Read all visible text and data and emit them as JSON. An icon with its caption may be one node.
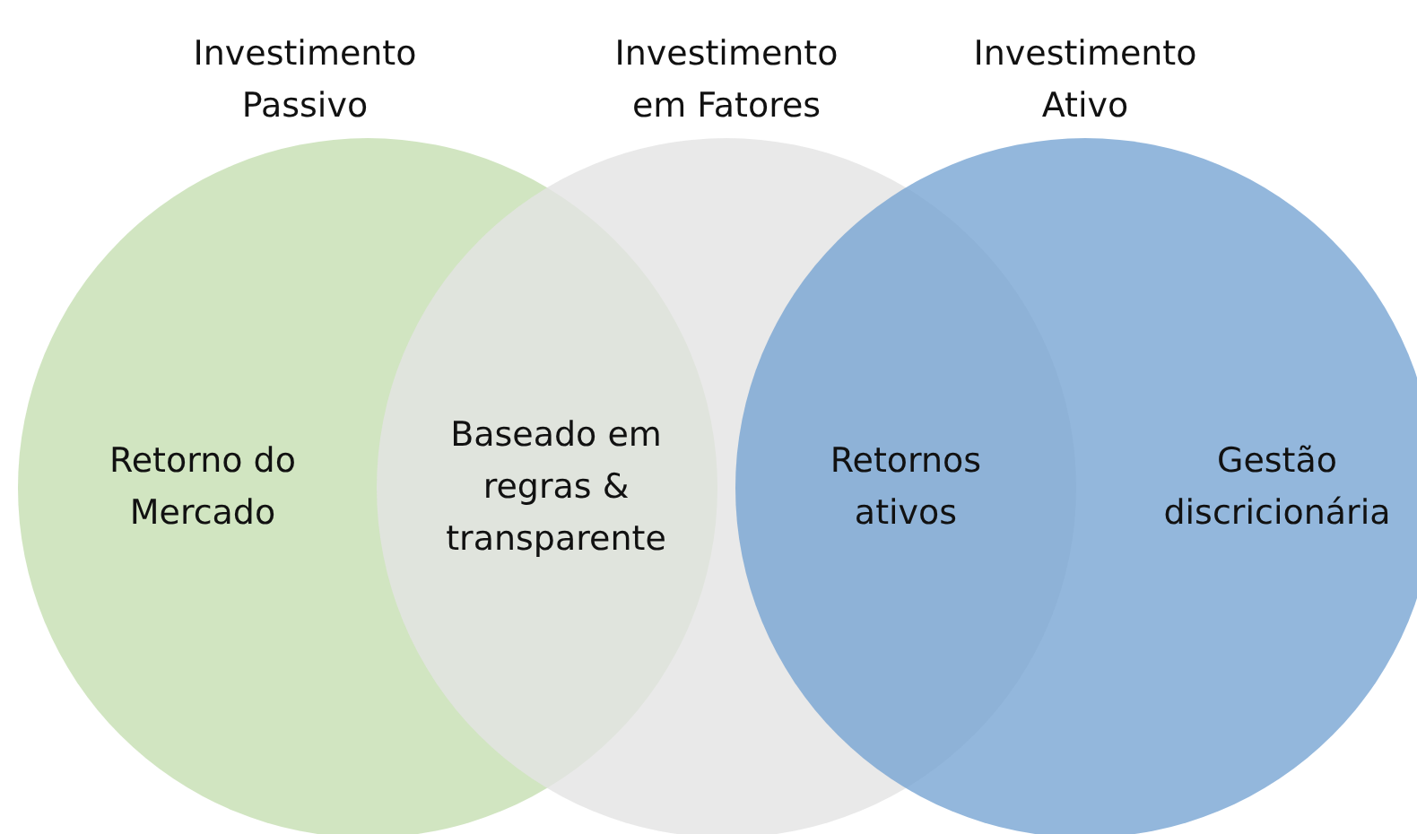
{
  "diagram": {
    "nodes": [
      {
        "text": [
          "Investimento Passivo",
          "Retorno do Mercado"
        ]
      },
      {
        "text": [
          "Investimento em Fatores"
        ]
      },
      {
        "text": [
          "Investimento Ativo",
          "Gestão discricionária"
        ]
      }
    ],
    "labels": [
      "Baseado em regras & transparente",
      "Retornos ativos"
    ]
  }
}
